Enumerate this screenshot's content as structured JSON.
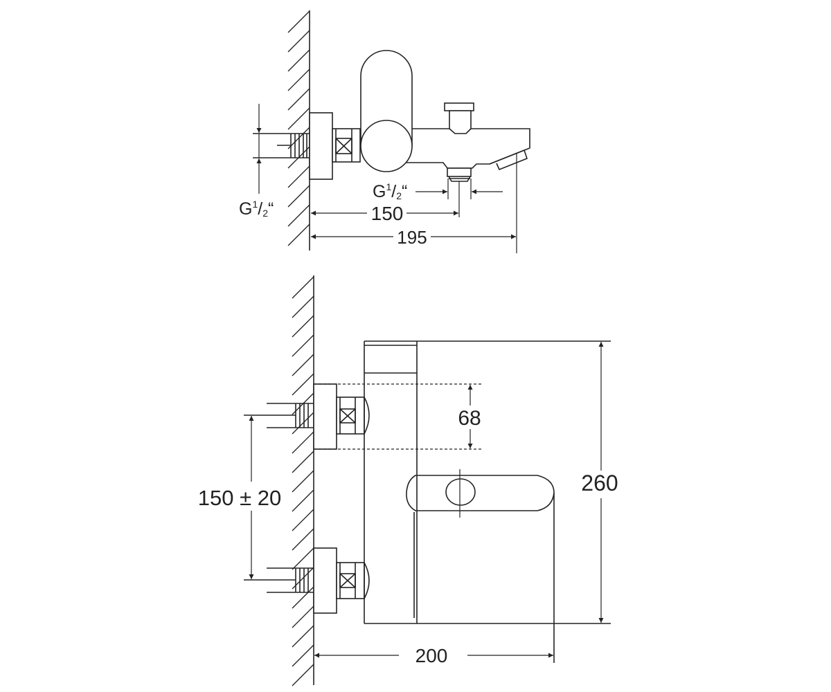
{
  "top_view": {
    "thread_left": {
      "base": "G",
      "sup": "1",
      "slash": "/",
      "sub": "2",
      "quote": "“"
    },
    "thread_right": {
      "base": "G",
      "sup": "1",
      "slash": "/",
      "sub": "2",
      "quote": "“"
    },
    "dim_150": "150",
    "dim_195": "195"
  },
  "front_view": {
    "dim_68": "68",
    "dim_150_20": "150 ± 20",
    "dim_260": "260",
    "dim_200": "200"
  }
}
